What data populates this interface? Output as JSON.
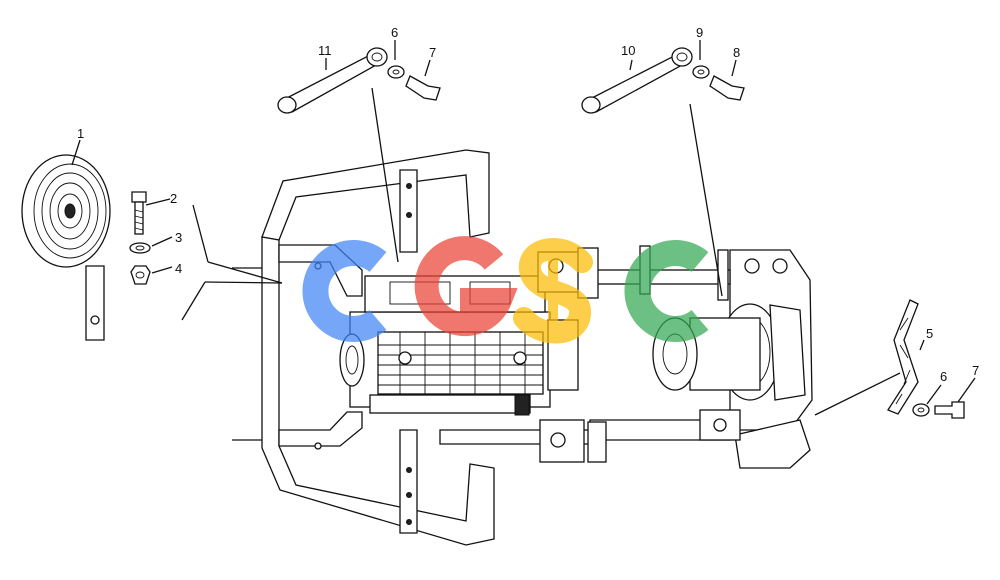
{
  "diagram": {
    "type": "exploded parts diagram",
    "callouts": [
      "1",
      "2",
      "3",
      "4",
      "5",
      "6",
      "7",
      "8",
      "9",
      "10",
      "6",
      "7",
      "11"
    ],
    "watermark": {
      "text": "CGSC",
      "letter_colors": [
        "#4285F4",
        "#EA4335",
        "#FBBC05",
        "#34A853"
      ]
    }
  }
}
